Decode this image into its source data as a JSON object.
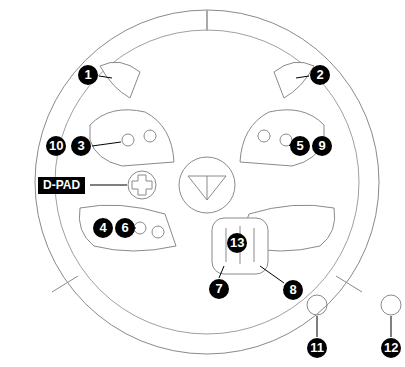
{
  "diagram": {
    "labels": [
      "1",
      "2",
      "10",
      "3",
      "5",
      "9",
      "D-PAD",
      "4",
      "6",
      "13",
      "7",
      "8",
      "11",
      "12"
    ]
  }
}
